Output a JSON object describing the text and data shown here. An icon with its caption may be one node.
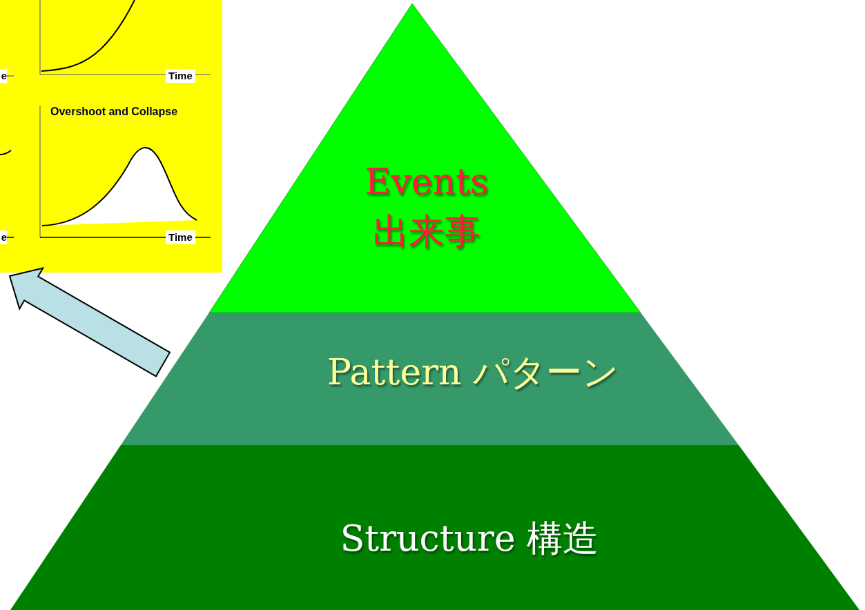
{
  "diagram": {
    "nodes": [
      {
        "text": [
          "e",
          "Time",
          "Overshoot and Collapse",
          "e",
          "Time"
        ]
      },
      {
        "text": [
          "Events",
          "出来事"
        ]
      },
      {
        "text": [
          "Pattern パターン"
        ]
      },
      {
        "text": [
          "Structure 構造"
        ]
      }
    ],
    "edges": [
      {
        "from": 2,
        "to": 0,
        "arrow": "to",
        "color": "#b9e0e4"
      }
    ]
  }
}
